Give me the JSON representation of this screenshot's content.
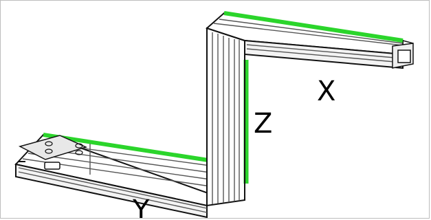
{
  "diagram": {
    "labels": {
      "x": "X",
      "y": "Y",
      "z": "Z"
    },
    "colors": {
      "outline": "#111111",
      "highlight": "#2bd52b",
      "face": "#f5f5f5",
      "rail": "#d8d8d8"
    }
  }
}
